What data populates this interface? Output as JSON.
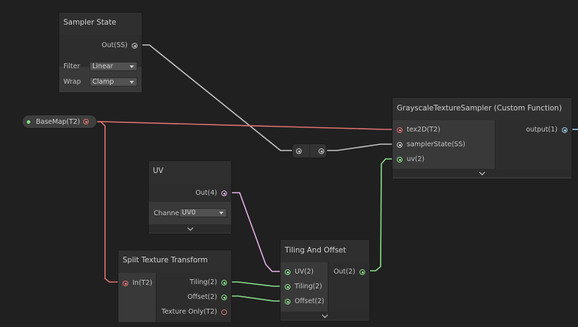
{
  "colors": {
    "texture": "#e57373",
    "sampler": "#c8c8c8",
    "vector2": "#8ae28a",
    "vector4": "#e7b1e7",
    "vector1": "#9fd1f2"
  },
  "sampler_state_node": {
    "title": "Sampler State",
    "output": "Out(SS)",
    "filter_label": "Filter",
    "filter_value": "Linear",
    "wrap_label": "Wrap",
    "wrap_value": "Clamp"
  },
  "basemap_property": {
    "label": "BaseMap(T2)"
  },
  "custom_function_node": {
    "title": "GrayscaleTextureSampler (Custom Function)",
    "inputs": [
      "tex2D(T2)",
      "samplerState(SS)",
      "uv(2)"
    ],
    "output": "output(1)"
  },
  "uv_node": {
    "title": "UV",
    "output": "Out(4)",
    "channel_label": "Channe",
    "channel_value": "UV0"
  },
  "split_texture_node": {
    "title": "Split Texture Transform",
    "input": "In(T2)",
    "outputs": [
      "Tiling(2)",
      "Offset(2)",
      "Texture Only(T2)"
    ]
  },
  "tiling_offset_node": {
    "title": "Tiling And Offset",
    "inputs": [
      "UV(2)",
      "Tiling(2)",
      "Offset(2)"
    ],
    "output": "Out(2)"
  }
}
